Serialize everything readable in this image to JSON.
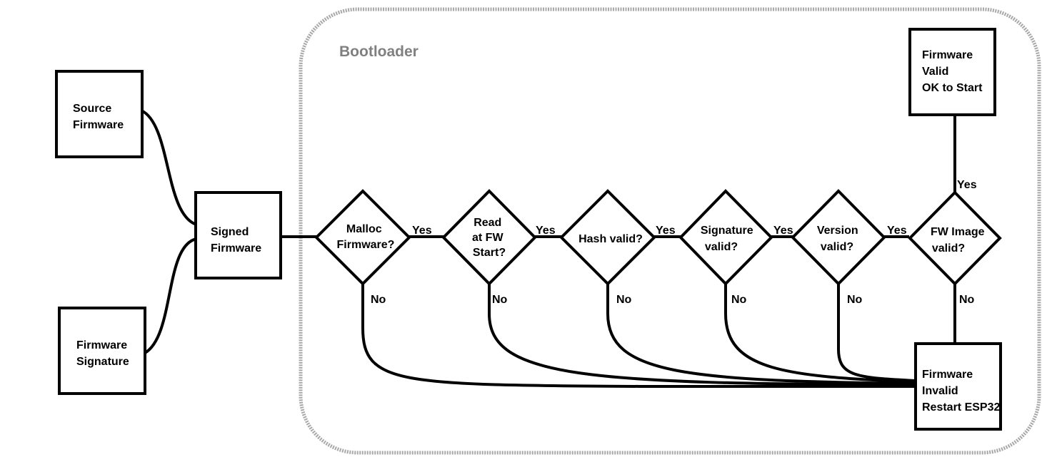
{
  "region": {
    "title": "Bootloader"
  },
  "nodes": {
    "source_firmware": {
      "lines": [
        "Source",
        "Firmware"
      ]
    },
    "firmware_signature": {
      "lines": [
        "Firmware",
        "Signature"
      ]
    },
    "signed_firmware": {
      "lines": [
        "Signed",
        "Firmware"
      ]
    },
    "malloc": {
      "lines": [
        "Malloc",
        "Firmware?"
      ]
    },
    "read": {
      "lines": [
        "Read",
        "at FW",
        "Start?"
      ]
    },
    "hash": {
      "lines": [
        "Hash valid?"
      ]
    },
    "signature": {
      "lines": [
        "Signature",
        "valid?"
      ]
    },
    "version": {
      "lines": [
        "Version",
        "valid?"
      ]
    },
    "fw_image": {
      "lines": [
        "FW Image",
        "valid?"
      ]
    },
    "fw_valid": {
      "lines": [
        "Firmware",
        "Valid",
        "OK to Start"
      ]
    },
    "fw_invalid": {
      "lines": [
        "Firmware",
        "Invalid",
        "Restart ESP32"
      ]
    }
  },
  "edge_labels": {
    "yes": "Yes",
    "no": "No"
  }
}
